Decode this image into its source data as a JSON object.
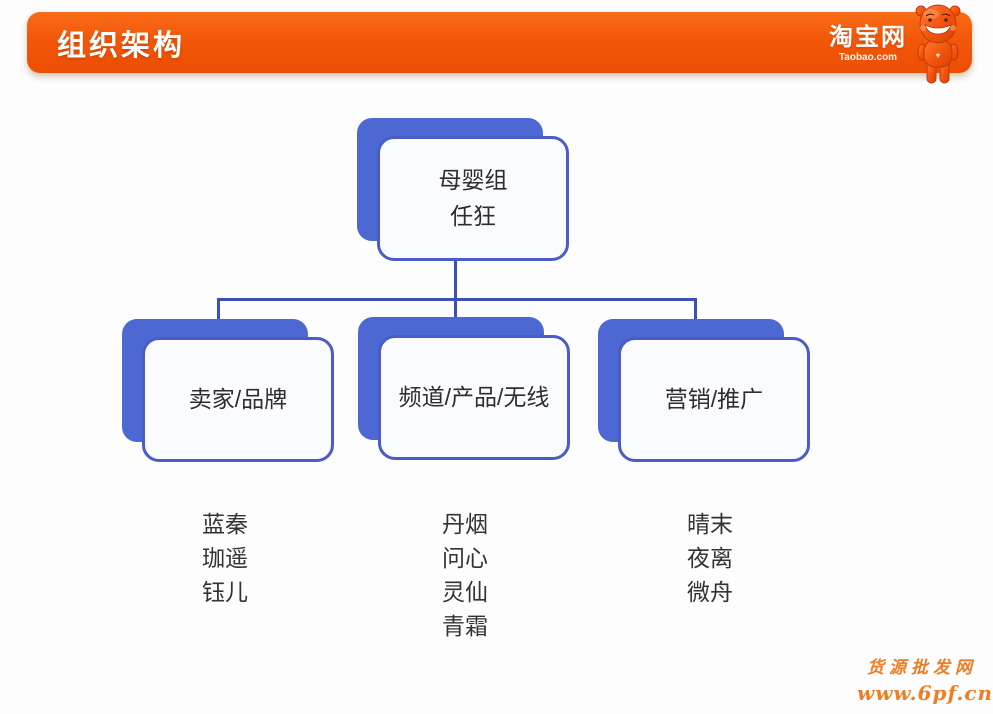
{
  "header": {
    "title": "组织架构",
    "logo": {
      "name": "淘宝网",
      "domain": "Taobao.com"
    }
  },
  "org_chart": {
    "root": {
      "title": "母婴组",
      "leader": "任狂"
    },
    "children": [
      {
        "title": "卖家/品牌",
        "members": [
          "蓝秦",
          "珈遥",
          "钰儿"
        ]
      },
      {
        "title": "频道/产品/无线",
        "members": [
          "丹烟",
          "问心",
          "灵仙",
          "青霜"
        ]
      },
      {
        "title": "营销/推广",
        "members": [
          "晴末",
          "夜离",
          "微舟"
        ]
      }
    ]
  },
  "watermark": {
    "line1": "货源批发网",
    "line2": "www.6pf.cn"
  },
  "colors": {
    "header_orange": "#f2570a",
    "box_shadow_blue": "#4d68d3",
    "box_border_blue": "#4a5cc8",
    "box_fill": "#fafbfe",
    "connector_blue": "#3b51b2",
    "watermark_orange": "#ef7d26"
  }
}
